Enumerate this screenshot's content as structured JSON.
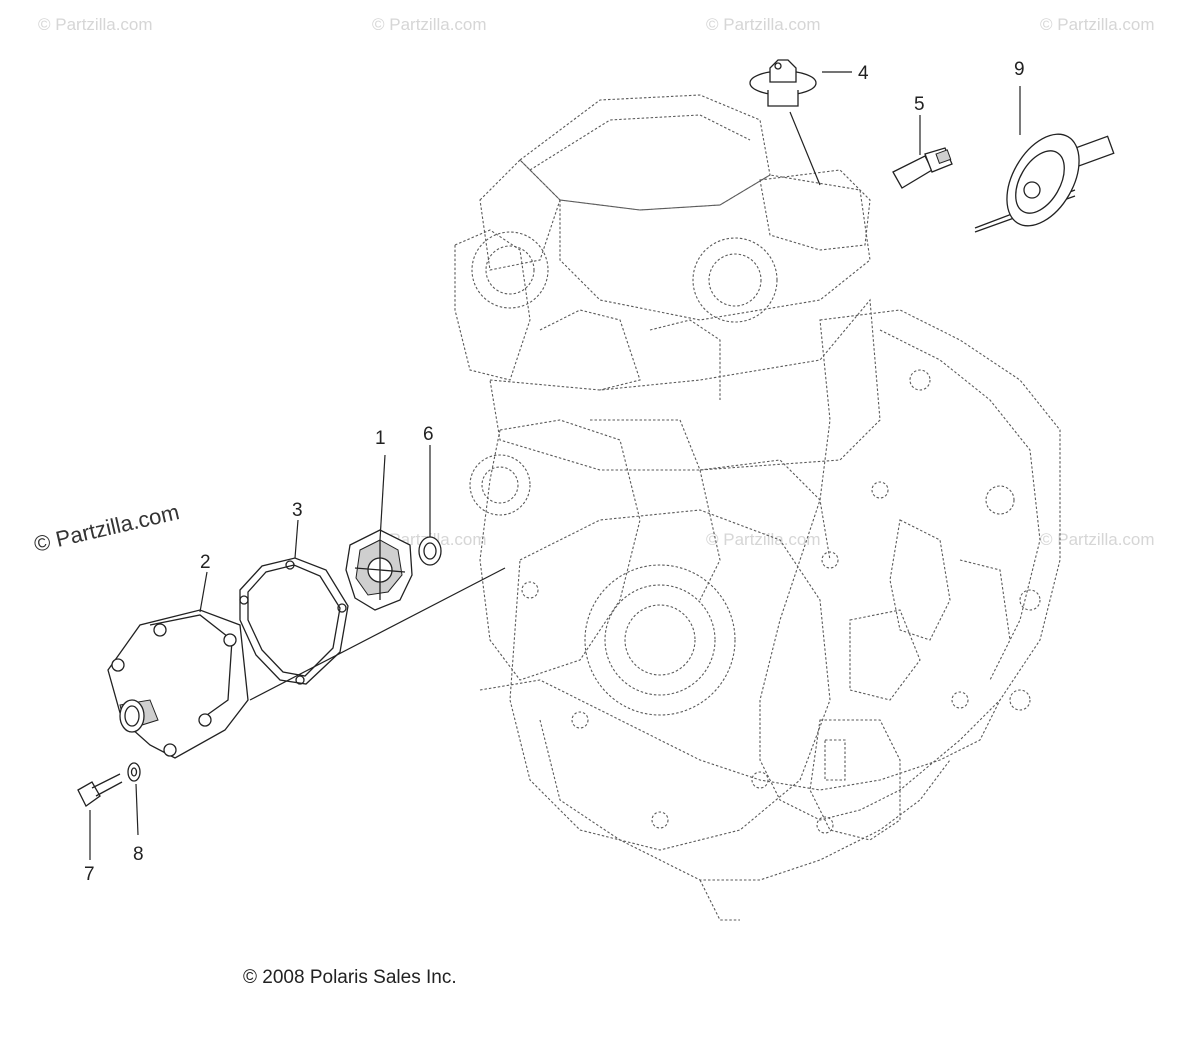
{
  "diagram": {
    "watermark_text": "© Partzilla.com",
    "main_watermark": "© Partzilla.com",
    "copyright": "© 2008 Polaris Sales Inc.",
    "callouts": [
      {
        "id": "1",
        "label": "1"
      },
      {
        "id": "2",
        "label": "2"
      },
      {
        "id": "3",
        "label": "3"
      },
      {
        "id": "4",
        "label": "4"
      },
      {
        "id": "5",
        "label": "5"
      },
      {
        "id": "6",
        "label": "6"
      },
      {
        "id": "7",
        "label": "7"
      },
      {
        "id": "8",
        "label": "8"
      },
      {
        "id": "9",
        "label": "9"
      }
    ]
  }
}
